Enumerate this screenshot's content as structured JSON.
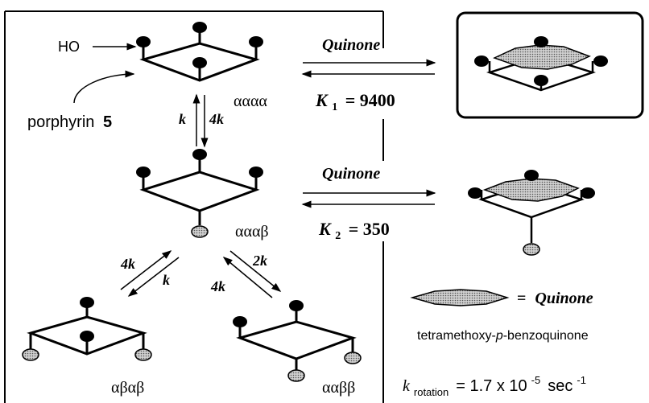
{
  "labels": {
    "ho": "HO",
    "porphyrin_text": "porphyrin",
    "porphyrin_number": "5",
    "alpha4": "αααα",
    "alpha3beta": "αααβ",
    "abab": "αβαβ",
    "aabb": "ααββ"
  },
  "equilibria": {
    "quinone_label_1": "Quinone",
    "k1_symbol": "K",
    "k1_sub": "1",
    "k1_value": "= 9400",
    "quinone_label_2": "Quinone",
    "k2_symbol": "K",
    "k2_sub": "2",
    "k2_value": "= 350"
  },
  "rates": {
    "top_forward": "k",
    "top_reverse": "4k",
    "left_forward": "4k",
    "left_reverse": "k",
    "right_forward": "2k",
    "right_reverse": "4k"
  },
  "legend": {
    "equals_quinone_prefix": "=",
    "quinone_word": "Quinone",
    "compound_name_pre": "tetramethoxy-",
    "compound_name_italic": "p",
    "compound_name_post": "-benzoquinone"
  },
  "rotation": {
    "k_symbol": "k",
    "k_sub": "rotation",
    "value_prefix": "= 1.7 x 10",
    "exponent": "-5",
    "unit": "sec",
    "unit_exponent": "-1"
  },
  "colors": {
    "alpha_knob": "#000000",
    "beta_knob": "#d8d8d8",
    "quinone_fill": "#bdbdbd"
  }
}
